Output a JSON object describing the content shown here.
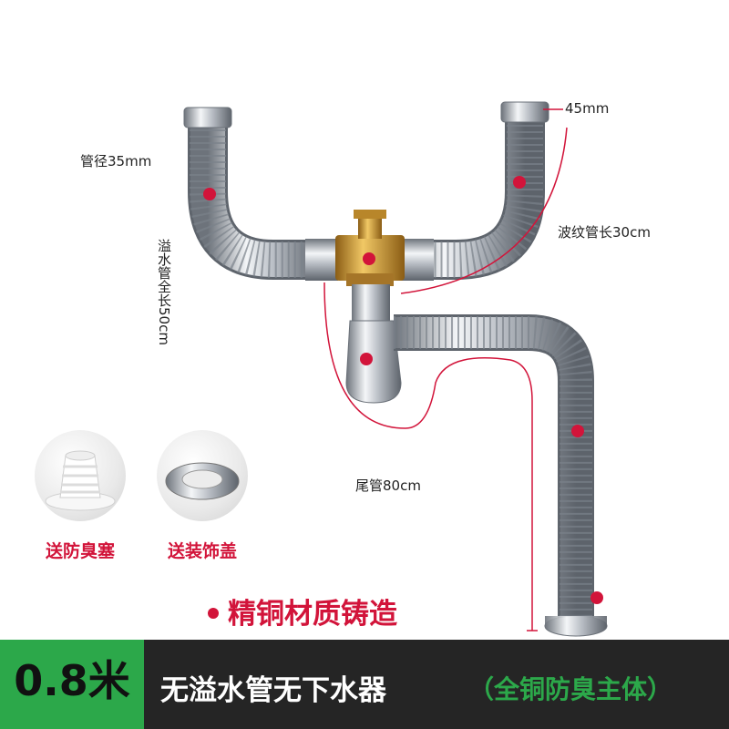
{
  "labels": {
    "pipe_diameter": "管径35mm",
    "outlet_size": "45mm",
    "corrugated_length": "波纹管长30cm",
    "overflow_length": "溢水管全长50cm",
    "tail_length": "尾管80cm"
  },
  "accessories": [
    {
      "label": "送防臭塞",
      "icon": "deodorant-plug-icon"
    },
    {
      "label": "送装饰盖",
      "icon": "decorative-cover-icon"
    }
  ],
  "feature": "精铜材质铸造",
  "bottom": {
    "size": "0.8米",
    "main": "无溢水管无下水器",
    "sub": "（全铜防臭主体）"
  },
  "colors": {
    "accent_red": "#d2143a",
    "brand_green": "#2ca84a",
    "bar_dark": "#252525",
    "chrome": "#c8ccd2",
    "brass": "#c9962e"
  }
}
